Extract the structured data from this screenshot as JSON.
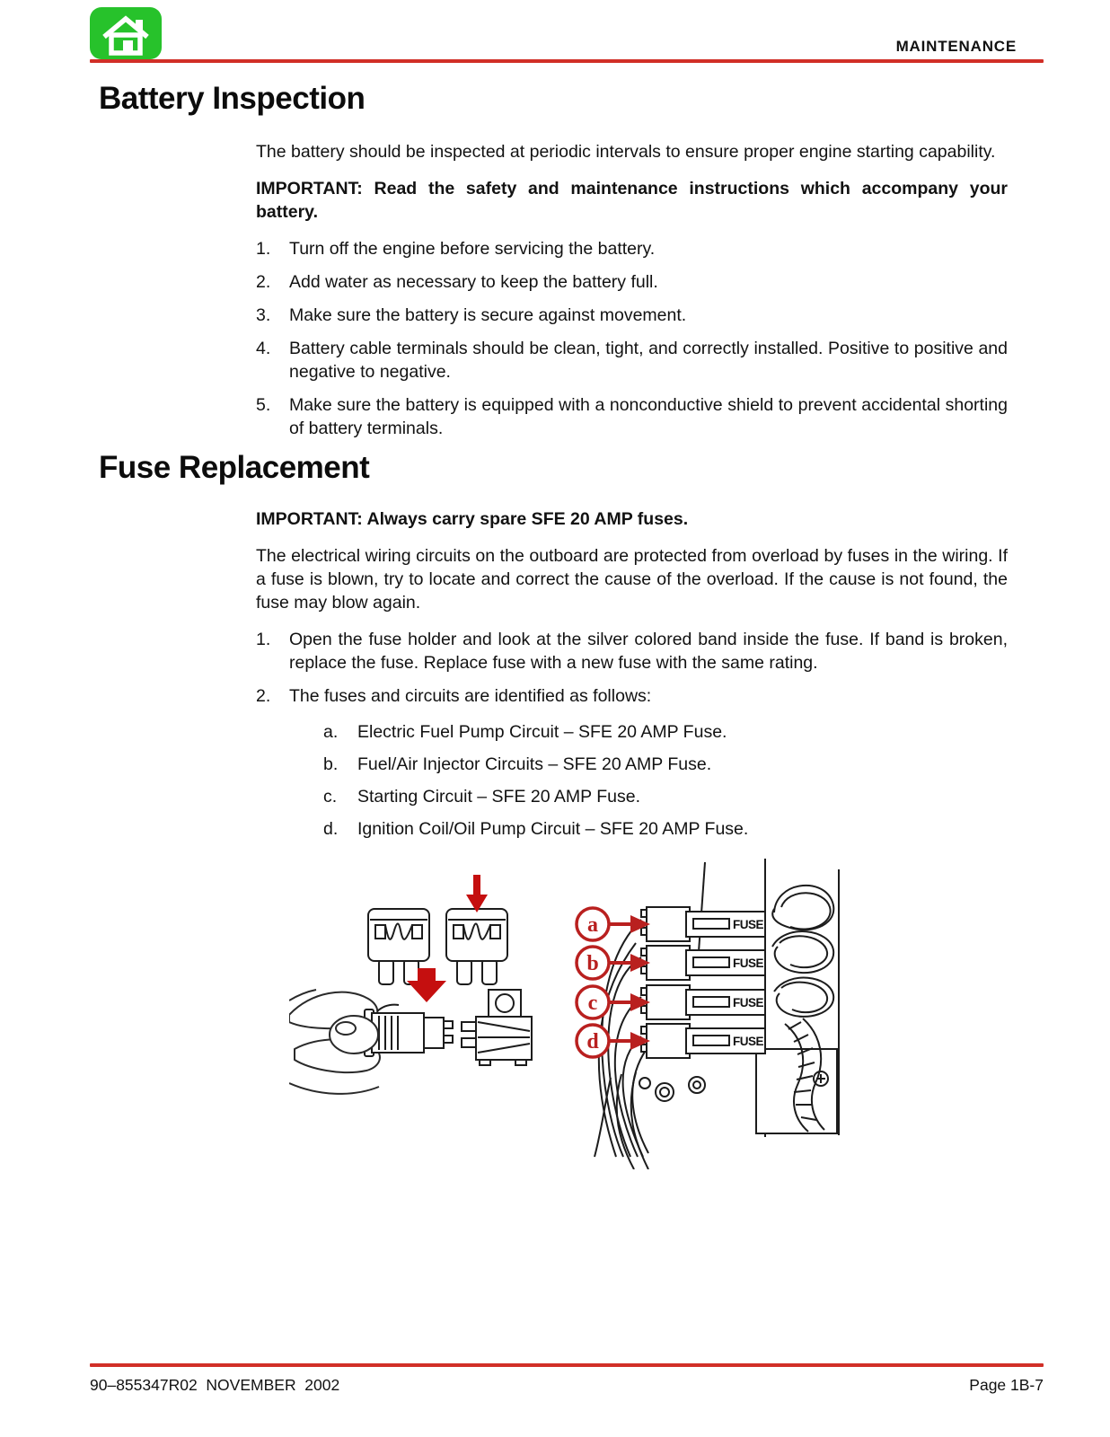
{
  "header": {
    "label": "MAINTENANCE",
    "home_icon": "home-icon"
  },
  "colors": {
    "rule_red": "#d12f27",
    "callout_red": "#b9201f",
    "arrow_red": "#c50f0f",
    "icon_green": "#27c22b"
  },
  "sections": [
    {
      "title": "Battery Inspection",
      "intro": "The battery should be inspected at periodic intervals to ensure proper engine starting capability.",
      "important": "IMPORTANT: Read the safety and maintenance instructions which accompany your battery.",
      "items": [
        {
          "num": "1.",
          "text": "Turn off the engine before servicing the battery."
        },
        {
          "num": "2.",
          "text": "Add water as necessary to keep the battery full."
        },
        {
          "num": "3.",
          "text": "Make sure the battery is secure against movement."
        },
        {
          "num": "4.",
          "text": "Battery cable terminals should be clean, tight, and correctly installed. Positive to positive and negative to negative."
        },
        {
          "num": "5.",
          "text": "Make sure the battery is equipped with a nonconductive shield to prevent accidental shorting of battery terminals."
        }
      ]
    },
    {
      "title": "Fuse Replacement",
      "important": "IMPORTANT: Always carry spare SFE 20 AMP fuses.",
      "intro": "The electrical wiring circuits on the outboard are protected from overload by fuses in the wiring. If a fuse is blown, try to locate and correct the cause of the overload. If the cause is not found, the fuse may blow again.",
      "items": [
        {
          "num": "1.",
          "text": "Open the fuse holder and look at the silver colored band inside the fuse. If band is broken, replace the fuse. Replace fuse with a new fuse with the same rating."
        },
        {
          "num": "2.",
          "text": "The fuses and circuits are identified as follows:"
        }
      ],
      "sub_items": [
        {
          "num": "a.",
          "text": "Electric Fuel Pump Circuit – SFE 20 AMP Fuse."
        },
        {
          "num": "b.",
          "text": "Fuel/Air Injector Circuits – SFE 20 AMP Fuse."
        },
        {
          "num": "c.",
          "text": "Starting Circuit – SFE 20 AMP Fuse."
        },
        {
          "num": "d.",
          "text": "Ignition Coil/Oil Pump Circuit – SFE 20 AMP Fuse."
        }
      ]
    }
  ],
  "figure": {
    "fuse_label": "FUSE",
    "callouts": [
      "a",
      "b",
      "c",
      "d"
    ]
  },
  "footer": {
    "left": "90–855347R02  NOVEMBER  2002",
    "right": "Page 1B-7"
  }
}
